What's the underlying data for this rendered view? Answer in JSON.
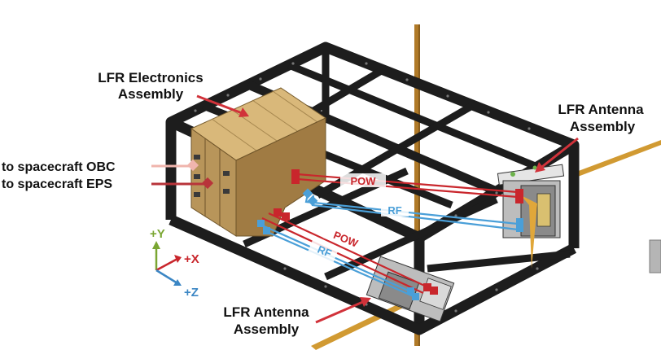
{
  "labels": {
    "electronics_line1": "LFR Electronics",
    "electronics_line2": "Assembly",
    "antenna_right_line1": "LFR Antenna",
    "antenna_right_line2": "Assembly",
    "antenna_bottom_line1": "LFR Antenna",
    "antenna_bottom_line2": "Assembly",
    "obc": "to spacecraft OBC",
    "eps": "to spacecraft EPS",
    "pow_upper": "POW",
    "rf_upper": "RF",
    "pow_lower": "POW",
    "rf_lower": "RF"
  },
  "axes": {
    "y": "+Y",
    "x": "+X",
    "z": "+Z"
  },
  "colors": {
    "pow": "#c9262c",
    "rf": "#4a9fd8",
    "obc": "#f0b5ad",
    "axis_y": "#7aa632",
    "axis_x": "#c9262c",
    "axis_z": "#3b86c4",
    "frame": "#1d1d1d",
    "box": "#b8955a",
    "boom": "#b07a28"
  }
}
